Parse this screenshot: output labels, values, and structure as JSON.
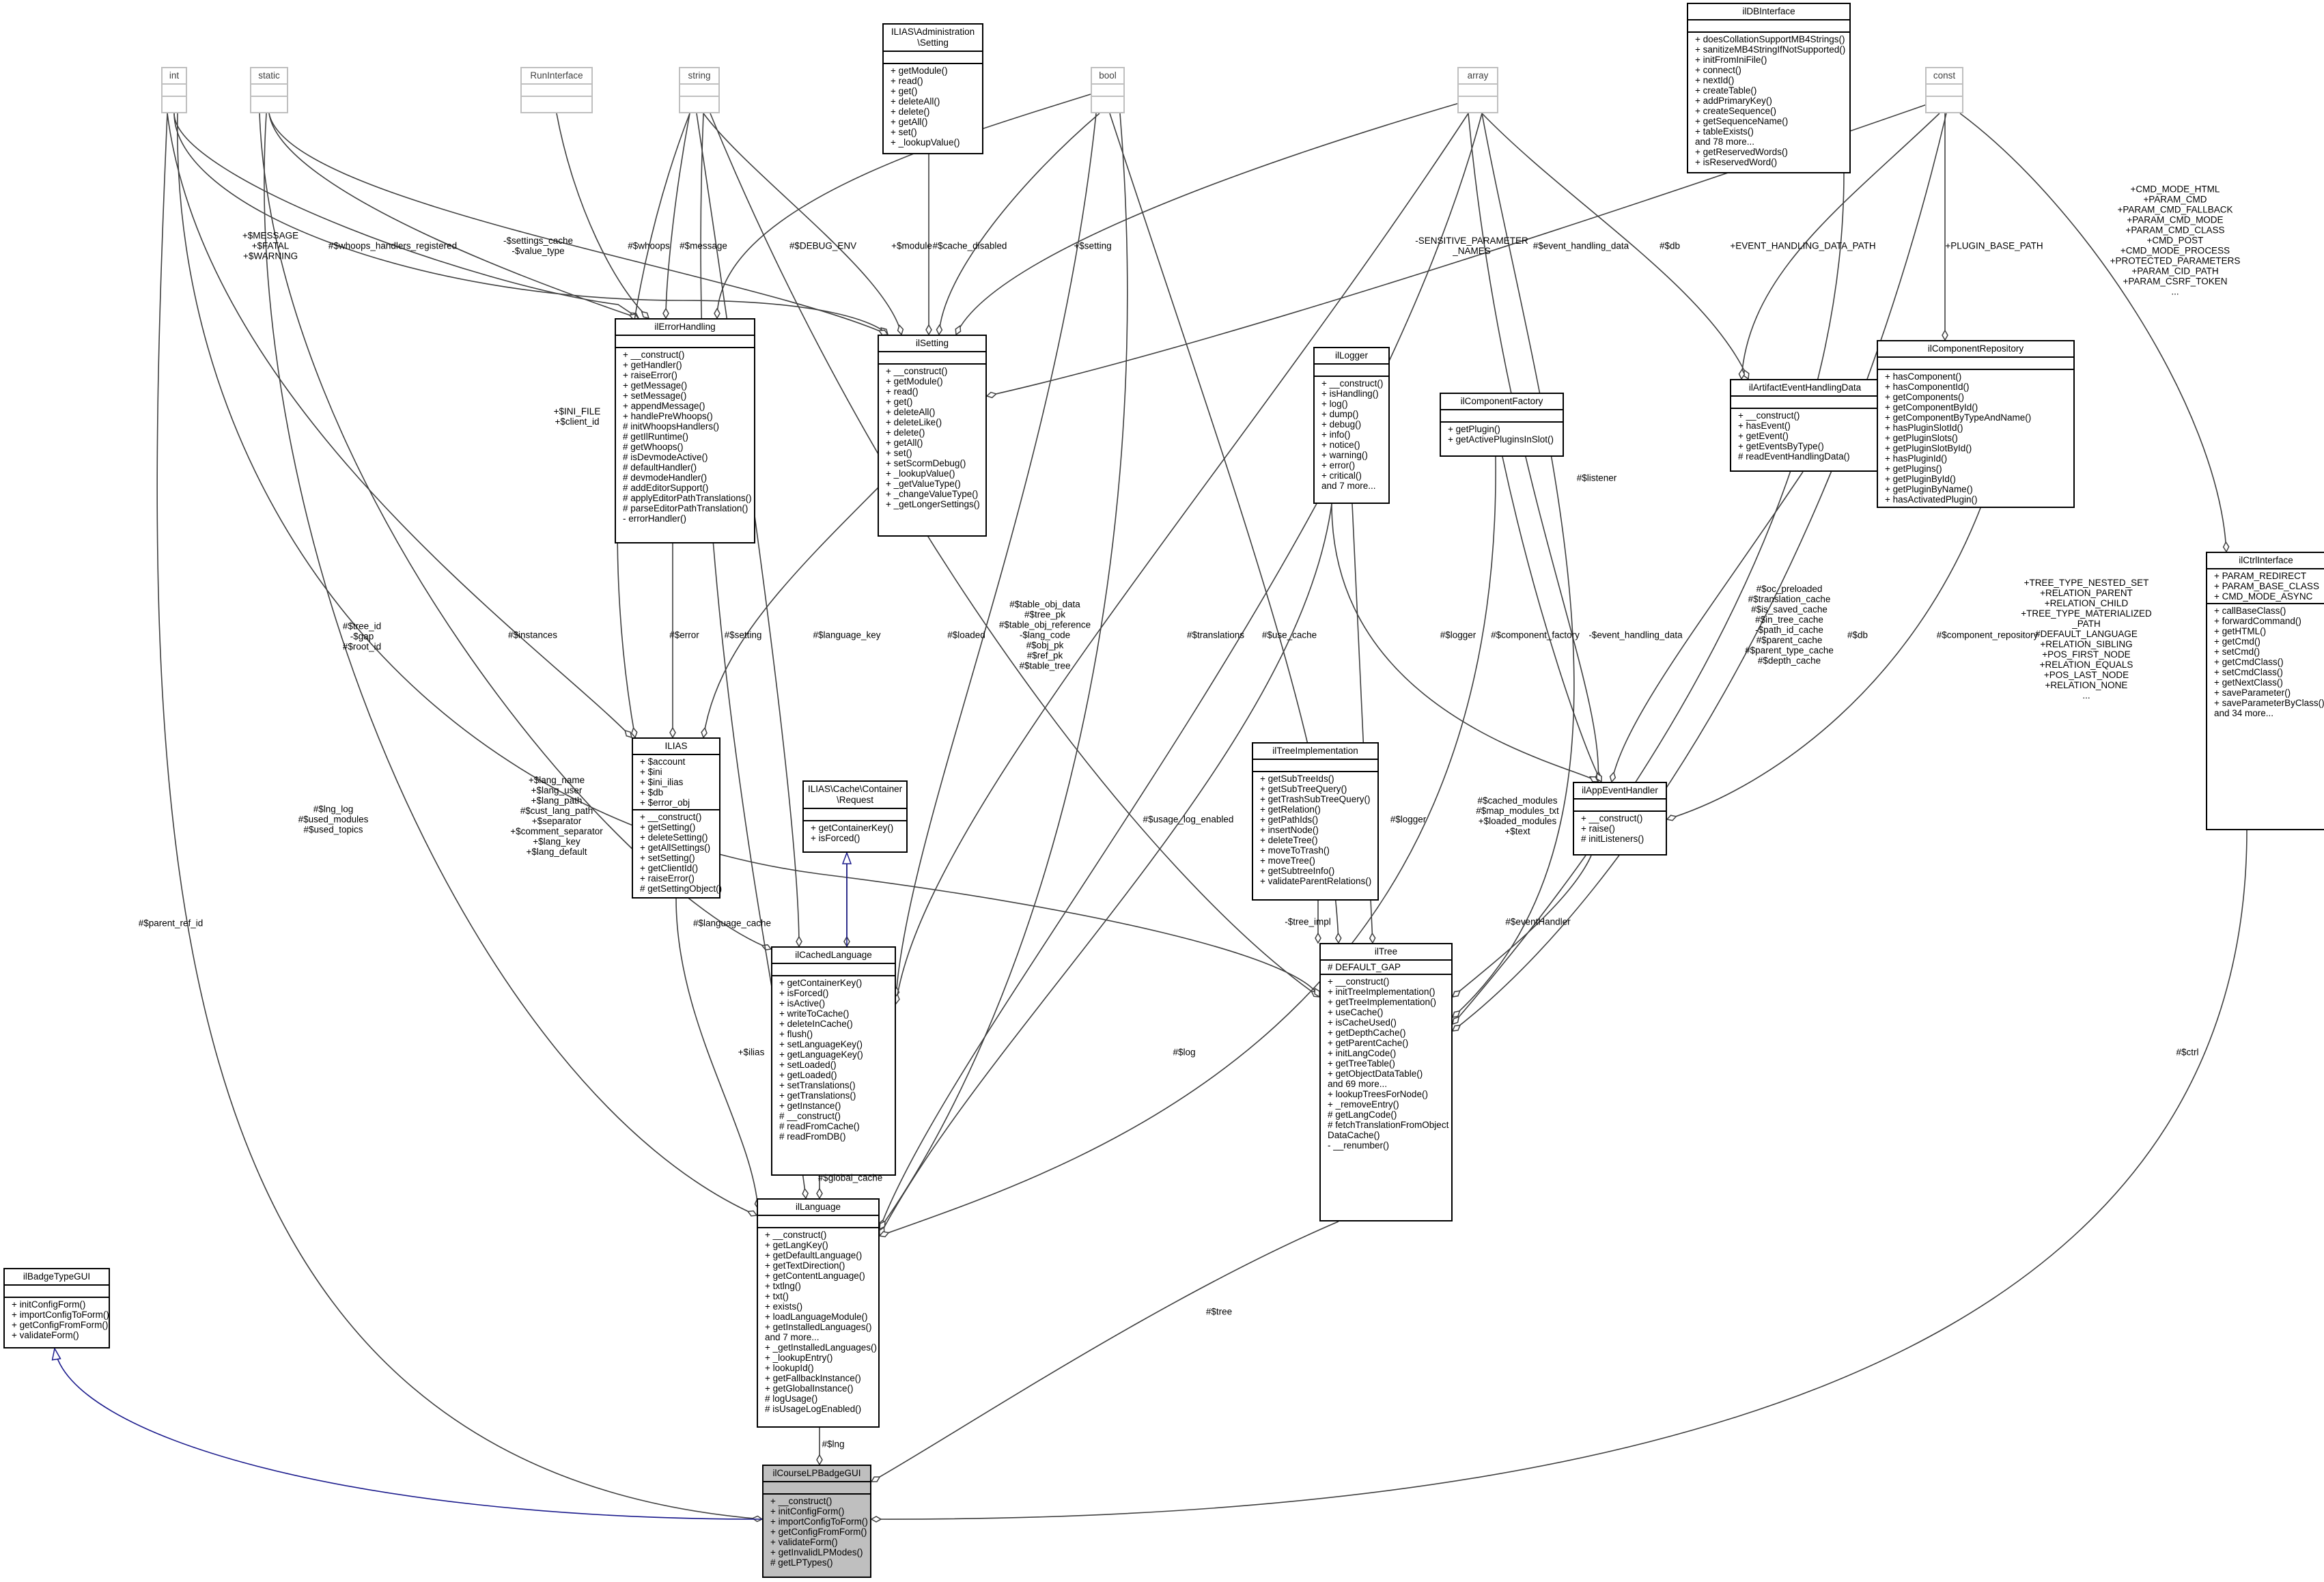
{
  "diagram": {
    "type": "uml-collaboration-graph",
    "focus_class": "ilCourseLPBadgeGUI",
    "colors": {
      "association_edge": "#404040",
      "inheritance_edge": "#1a1a8c",
      "focus_fill": "#bfbfbf",
      "external_border": "#bfbfbf"
    },
    "nodes": [
      {
        "id": "int",
        "title": "int",
        "external": true,
        "attrs": [],
        "methods": []
      },
      {
        "id": "static",
        "title": "static",
        "external": true,
        "attrs": [],
        "methods": []
      },
      {
        "id": "RunInterface",
        "title": "RunInterface",
        "external": true,
        "attrs": [],
        "methods": []
      },
      {
        "id": "string",
        "title": "string",
        "external": true,
        "attrs": [],
        "methods": []
      },
      {
        "id": "AdminSetting",
        "title": "ILIAS\\Administration\n\\Setting",
        "attrs": [],
        "methods": [
          "+ getModule()",
          "+ read()",
          "+ get()",
          "+ deleteAll()",
          "+ delete()",
          "+ getAll()",
          "+ set()",
          "+ _lookupValue()"
        ]
      },
      {
        "id": "bool",
        "title": "bool",
        "external": true,
        "attrs": [],
        "methods": []
      },
      {
        "id": "array",
        "title": "array",
        "external": true,
        "attrs": [],
        "methods": []
      },
      {
        "id": "ilDBInterface",
        "title": "ilDBInterface",
        "attrs": [],
        "methods": [
          "+ doesCollationSupportMB4Strings()",
          "+ sanitizeMB4StringIfNotSupported()",
          "+ initFromIniFile()",
          "+ connect()",
          "+ nextId()",
          "+ createTable()",
          "+ addPrimaryKey()",
          "+ createSequence()",
          "+ getSequenceName()",
          "+ tableExists()",
          "and 78 more...",
          "+ getReservedWords()",
          "+ isReservedWord()"
        ]
      },
      {
        "id": "const",
        "title": "const",
        "external": true,
        "attrs": [],
        "methods": []
      },
      {
        "id": "ilErrorHandling",
        "title": "ilErrorHandling",
        "attrs": [],
        "methods": [
          "+ __construct()",
          "+ getHandler()",
          "+ raiseError()",
          "+ getMessage()",
          "+ setMessage()",
          "+ appendMessage()",
          "+ handlePreWhoops()",
          "# initWhoopsHandlers()",
          "# getIlRuntime()",
          "# getWhoops()",
          "# isDevmodeActive()",
          "# defaultHandler()",
          "# devmodeHandler()",
          "# addEditorSupport()",
          "# applyEditorPathTranslations()",
          "# parseEditorPathTranslation()",
          "- errorHandler()"
        ]
      },
      {
        "id": "ilSetting",
        "title": "ilSetting",
        "attrs": [],
        "methods": [
          "+ __construct()",
          "+ getModule()",
          "+ read()",
          "+ get()",
          "+ deleteAll()",
          "+ deleteLike()",
          "+ delete()",
          "+ getAll()",
          "+ set()",
          "+ setScormDebug()",
          "+ _lookupValue()",
          "+ _getValueType()",
          "+ _changeValueType()",
          "+ _getLongerSettings()"
        ]
      },
      {
        "id": "ilLogger",
        "title": "ilLogger",
        "attrs": [],
        "methods": [
          "+ __construct()",
          "+ isHandling()",
          "+ log()",
          "+ dump()",
          "+ debug()",
          "+ info()",
          "+ notice()",
          "+ warning()",
          "+ error()",
          "+ critical()",
          "and 7 more..."
        ]
      },
      {
        "id": "ilComponentFactory",
        "title": "ilComponentFactory",
        "attrs": [],
        "methods": [
          "+ getPlugin()",
          "+ getActivePluginsInSlot()"
        ]
      },
      {
        "id": "ilArtifactEventHandlingData",
        "title": "ilArtifactEventHandlingData",
        "attrs": [],
        "methods": [
          "+ __construct()",
          "+ hasEvent()",
          "+ getEvent()",
          "+ getEventsByType()",
          "# readEventHandlingData()"
        ]
      },
      {
        "id": "ilComponentRepository",
        "title": "ilComponentRepository",
        "attrs": [],
        "methods": [
          "+ hasComponent()",
          "+ hasComponentId()",
          "+ getComponents()",
          "+ getComponentById()",
          "+ getComponentByTypeAndName()",
          "+ hasPluginSlotId()",
          "+ getPluginSlots()",
          "+ getPluginSlotById()",
          "+ hasPluginId()",
          "+ getPlugins()",
          "+ getPluginById()",
          "+ getPluginByName()",
          "+ hasActivatedPlugin()"
        ]
      },
      {
        "id": "ilCtrlInterface",
        "title": "ilCtrlInterface",
        "attrs": [
          "+ PARAM_REDIRECT",
          "+ PARAM_BASE_CLASS",
          "+ CMD_MODE_ASYNC"
        ],
        "methods": [
          "+ callBaseClass()",
          "+ forwardCommand()",
          "+ getHTML()",
          "+ getCmd()",
          "+ setCmd()",
          "+ getCmdClass()",
          "+ setCmdClass()",
          "+ getNextClass()",
          "+ saveParameter()",
          "+ saveParameterByClass()",
          "and 34 more..."
        ]
      },
      {
        "id": "ILIAS",
        "title": "ILIAS",
        "attrs": [
          "+ $account",
          "+ $ini",
          "+ $ini_ilias",
          "+ $db",
          "+ $error_obj"
        ],
        "methods": [
          "+ __construct()",
          "+ getSetting()",
          "+ deleteSetting()",
          "+ getAllSettings()",
          "+ setSetting()",
          "+ getClientId()",
          "+ raiseError()",
          "# getSettingObject()"
        ]
      },
      {
        "id": "CacheRequest",
        "title": "ILIAS\\Cache\\Container\n\\Request",
        "attrs": [],
        "methods": [
          "+ getContainerKey()",
          "+ isForced()"
        ]
      },
      {
        "id": "ilTreeImplementation",
        "title": "ilTreeImplementation",
        "attrs": [],
        "methods": [
          "+ getSubTreeIds()",
          "+ getSubTreeQuery()",
          "+ getTrashSubTreeQuery()",
          "+ getRelation()",
          "+ getPathIds()",
          "+ insertNode()",
          "+ deleteTree()",
          "+ moveToTrash()",
          "+ moveTree()",
          "+ getSubtreeInfo()",
          "+ validateParentRelations()"
        ]
      },
      {
        "id": "ilAppEventHandler",
        "title": "ilAppEventHandler",
        "attrs": [],
        "methods": [
          "+ __construct()",
          "+ raise()",
          "# initListeners()"
        ]
      },
      {
        "id": "ilCachedLanguage",
        "title": "ilCachedLanguage",
        "attrs": [],
        "methods": [
          "+ getContainerKey()",
          "+ isForced()",
          "+ isActive()",
          "+ writeToCache()",
          "+ deleteInCache()",
          "+ flush()",
          "+ setLanguageKey()",
          "+ getLanguageKey()",
          "+ setLoaded()",
          "+ getLoaded()",
          "+ setTranslations()",
          "+ getTranslations()",
          "+ getInstance()",
          "# __construct()",
          "# readFromCache()",
          "# readFromDB()"
        ]
      },
      {
        "id": "ilTree",
        "title": "ilTree",
        "attrs": [
          "# DEFAULT_GAP"
        ],
        "methods": [
          "+ __construct()",
          "+ initTreeImplementation()",
          "+ getTreeImplementation()",
          "+ useCache()",
          "+ isCacheUsed()",
          "+ getDepthCache()",
          "+ getParentCache()",
          "+ initLangCode()",
          "+ getTreeTable()",
          "+ getObjectDataTable()",
          "and 69 more...",
          "+ lookupTreesForNode()",
          "+ _removeEntry()",
          "# getLangCode()",
          "# fetchTranslationFromObject\nDataCache()",
          "- __renumber()"
        ]
      },
      {
        "id": "ilLanguage",
        "title": "ilLanguage",
        "attrs": [],
        "methods": [
          "+ __construct()",
          "+ getLangKey()",
          "+ getDefaultLanguage()",
          "+ getTextDirection()",
          "+ getContentLanguage()",
          "+ txtlng()",
          "+ txt()",
          "+ exists()",
          "+ loadLanguageModule()",
          "+ getInstalledLanguages()",
          "and 7 more...",
          "+ _getInstalledLanguages()",
          "+ _lookupEntry()",
          "+ lookupId()",
          "+ getFallbackInstance()",
          "+ getGlobalInstance()",
          "# logUsage()",
          "# isUsageLogEnabled()"
        ]
      },
      {
        "id": "ilBadgeTypeGUI",
        "title": "ilBadgeTypeGUI",
        "attrs": [],
        "methods": [
          "+ initConfigForm()",
          "+ importConfigToForm()",
          "+ getConfigFromForm()",
          "+ validateForm()"
        ]
      },
      {
        "id": "ilCourseLPBadgeGUI",
        "title": "ilCourseLPBadgeGUI",
        "focus": true,
        "attrs": [],
        "methods": [
          "+ __construct()",
          "+ initConfigForm()",
          "+ importConfigToForm()",
          "+ getConfigFromForm()",
          "+ validateForm()",
          "+ getInvalidLPModes()",
          "# getLPTypes()"
        ]
      }
    ],
    "edge_labels": [
      {
        "id": "e-message",
        "text": "+$MESSAGE\n+$FATAL\n+$WARNING"
      },
      {
        "id": "e-whoops-reg",
        "text": "#$whoops_handlers_registered"
      },
      {
        "id": "e-settings-cache",
        "text": "-$settings_cache\n-$value_type"
      },
      {
        "id": "e-whoops",
        "text": "#$whoops"
      },
      {
        "id": "e-msg",
        "text": "#$message"
      },
      {
        "id": "e-debug-env",
        "text": "#$DEBUG_ENV"
      },
      {
        "id": "e-module",
        "text": "+$module"
      },
      {
        "id": "e-cache-disabled",
        "text": "#$cache_disabled"
      },
      {
        "id": "e-setting1",
        "text": "+$setting"
      },
      {
        "id": "e-sensitive",
        "text": "-SENSITIVE_PARAMETER\n_NAMES"
      },
      {
        "id": "e-event-data",
        "text": "#$event_handling_data"
      },
      {
        "id": "e-db",
        "text": "#$db"
      },
      {
        "id": "e-event-path",
        "text": "+EVENT_HANDLING_DATA_PATH"
      },
      {
        "id": "e-plugin-path",
        "text": "+PLUGIN_BASE_PATH"
      },
      {
        "id": "e-cmd-mode",
        "text": "+CMD_MODE_HTML\n+PARAM_CMD\n+PARAM_CMD_FALLBACK\n+PARAM_CMD_MODE\n+PARAM_CMD_CLASS\n+CMD_POST\n+CMD_MODE_PROCESS\n+PROTECTED_PARAMETERS\n+PARAM_CID_PATH\n+PARAM_CSRF_TOKEN\n..."
      },
      {
        "id": "e-ini-file",
        "text": "+$INI_FILE\n+$client_id"
      },
      {
        "id": "e-listener",
        "text": "#$listener"
      },
      {
        "id": "e-oc-preloaded",
        "text": "#$oc_preloaded\n#$translation_cache\n#$is_saved_cache\n#$in_tree_cache\n-$path_id_cache\n#$parent_cache\n#$parent_type_cache\n#$depth_cache"
      },
      {
        "id": "e-tree-type",
        "text": "+TREE_TYPE_NESTED_SET\n+RELATION_PARENT\n+RELATION_CHILD\n+TREE_TYPE_MATERIALIZED\n_PATH\n#DEFAULT_LANGUAGE\n+RELATION_SIBLING\n+POS_FIRST_NODE\n+RELATION_EQUALS\n+POS_LAST_NODE\n+RELATION_NONE\n..."
      },
      {
        "id": "e-tree-id",
        "text": "#$tree_id\n-$gap\n#$root_id"
      },
      {
        "id": "e-instances",
        "text": "#$instances"
      },
      {
        "id": "e-error",
        "text": "#$error"
      },
      {
        "id": "e-setting2",
        "text": "#$setting"
      },
      {
        "id": "e-language-key",
        "text": "#$language_key"
      },
      {
        "id": "e-loaded",
        "text": "#$loaded"
      },
      {
        "id": "e-table-obj",
        "text": "#$table_obj_data\n#$tree_pk\n#$table_obj_reference\n-$lang_code\n#$obj_pk\n#$ref_pk\n#$table_tree"
      },
      {
        "id": "e-translations",
        "text": "#$translations"
      },
      {
        "id": "e-use-cache",
        "text": "#$use_cache"
      },
      {
        "id": "e-logger1",
        "text": "#$logger"
      },
      {
        "id": "e-component-factory",
        "text": "#$component_factory"
      },
      {
        "id": "e-event-handling",
        "text": "-$event_handling_data"
      },
      {
        "id": "e-db2",
        "text": "#$db"
      },
      {
        "id": "e-component-repo",
        "text": "#$component_repository"
      },
      {
        "id": "e-lang-name",
        "text": "+$lang_name\n+$lang_user\n+$lang_path\n#$cust_lang_path\n+$separator\n+$comment_separator\n+$lang_key\n+$lang_default"
      },
      {
        "id": "e-lng-log",
        "text": "#$lng_log\n#$used_modules\n#$used_topics"
      },
      {
        "id": "e-usage-log",
        "text": "#$usage_log_enabled"
      },
      {
        "id": "e-logger2",
        "text": "#$logger"
      },
      {
        "id": "e-cached-modules",
        "text": "#$cached_modules\n#$map_modules_txt\n+$loaded_modules\n+$text"
      },
      {
        "id": "e-language-cache",
        "text": "#$language_cache"
      },
      {
        "id": "e-tree-impl",
        "text": "-$tree_impl"
      },
      {
        "id": "e-event-handler",
        "text": "#$eventHandler"
      },
      {
        "id": "e-parent-ref",
        "text": "#$parent_ref_id"
      },
      {
        "id": "e-ilias",
        "text": "+$ilias"
      },
      {
        "id": "e-log",
        "text": "#$log"
      },
      {
        "id": "e-global-cache",
        "text": "#$global_cache"
      },
      {
        "id": "e-ctrl",
        "text": "#$ctrl"
      },
      {
        "id": "e-tree",
        "text": "#$tree"
      },
      {
        "id": "e-lng",
        "text": "#$lng"
      }
    ]
  }
}
